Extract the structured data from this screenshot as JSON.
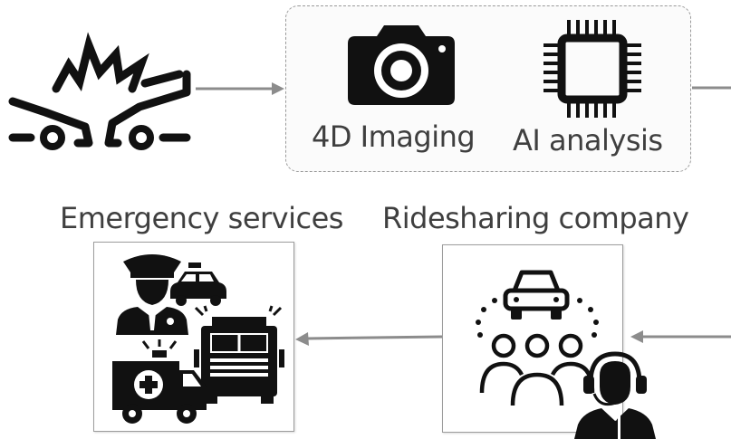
{
  "process_box": {
    "imaging_label": "4D Imaging",
    "ai_label": "AI analysis"
  },
  "nodes": {
    "emergency_label": "Emergency services",
    "rideshare_label": "Ridesharing company"
  },
  "icons": {
    "crash": "car-crash-icon",
    "camera": "camera-icon",
    "chip": "chip-icon",
    "police_officer": "police-officer-icon",
    "police_car": "police-car-icon",
    "fire_truck": "fire-truck-icon",
    "ambulance": "ambulance-icon",
    "car": "car-icon",
    "people": "people-group-icon",
    "operator": "headset-operator-icon"
  },
  "colors": {
    "icon": "#111111",
    "arrow": "#8c8c8c",
    "label_text": "#3f3f3f",
    "dashed_border": "#9a9a9a"
  }
}
